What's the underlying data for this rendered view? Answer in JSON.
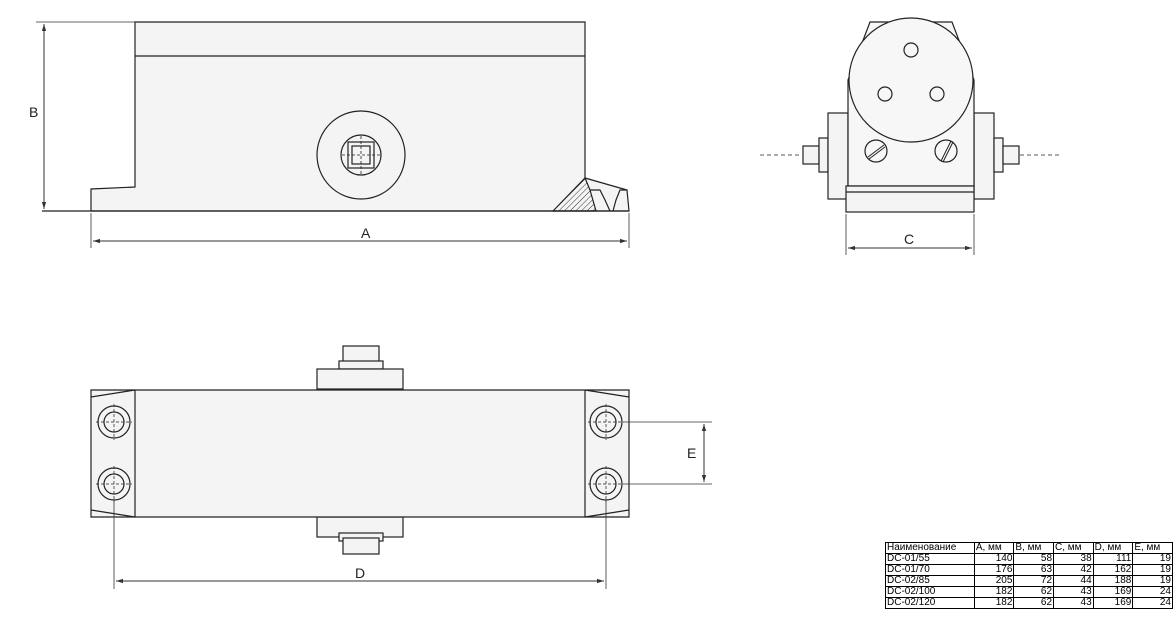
{
  "labels": {
    "a": "A",
    "b": "B",
    "c": "C",
    "d": "D",
    "e": "E"
  },
  "table": {
    "headers": [
      "Наименование",
      "A, мм",
      "B, мм",
      "C, мм",
      "D, мм",
      "E, мм"
    ],
    "rows": [
      [
        "DC-01/55",
        "140",
        "58",
        "38",
        "111",
        "19"
      ],
      [
        "DC-01/70",
        "176",
        "63",
        "42",
        "162",
        "19"
      ],
      [
        "DC-02/85",
        "205",
        "72",
        "44",
        "188",
        "19"
      ],
      [
        "DC-02/100",
        "182",
        "62",
        "43",
        "169",
        "24"
      ],
      [
        "DC-02/120",
        "182",
        "62",
        "43",
        "169",
        "24"
      ]
    ]
  }
}
